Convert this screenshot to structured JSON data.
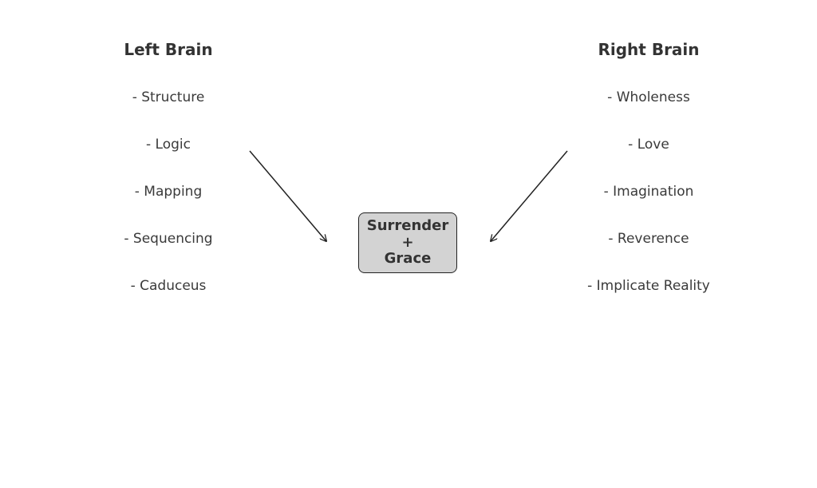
{
  "left": {
    "title": "Left Brain",
    "items": [
      "- Structure",
      "- Logic",
      "- Mapping",
      "- Sequencing",
      "- Caduceus"
    ]
  },
  "right": {
    "title": "Right Brain",
    "items": [
      "- Wholeness",
      "- Love",
      "- Imagination",
      "- Reverence",
      "- Implicate Reality"
    ]
  },
  "center": {
    "line1": "Surrender",
    "line2": "+",
    "line3": "Grace"
  },
  "colors": {
    "text": "#333333",
    "box_fill": "#d3d3d3",
    "box_border": "#222222",
    "arrow": "#222222"
  }
}
